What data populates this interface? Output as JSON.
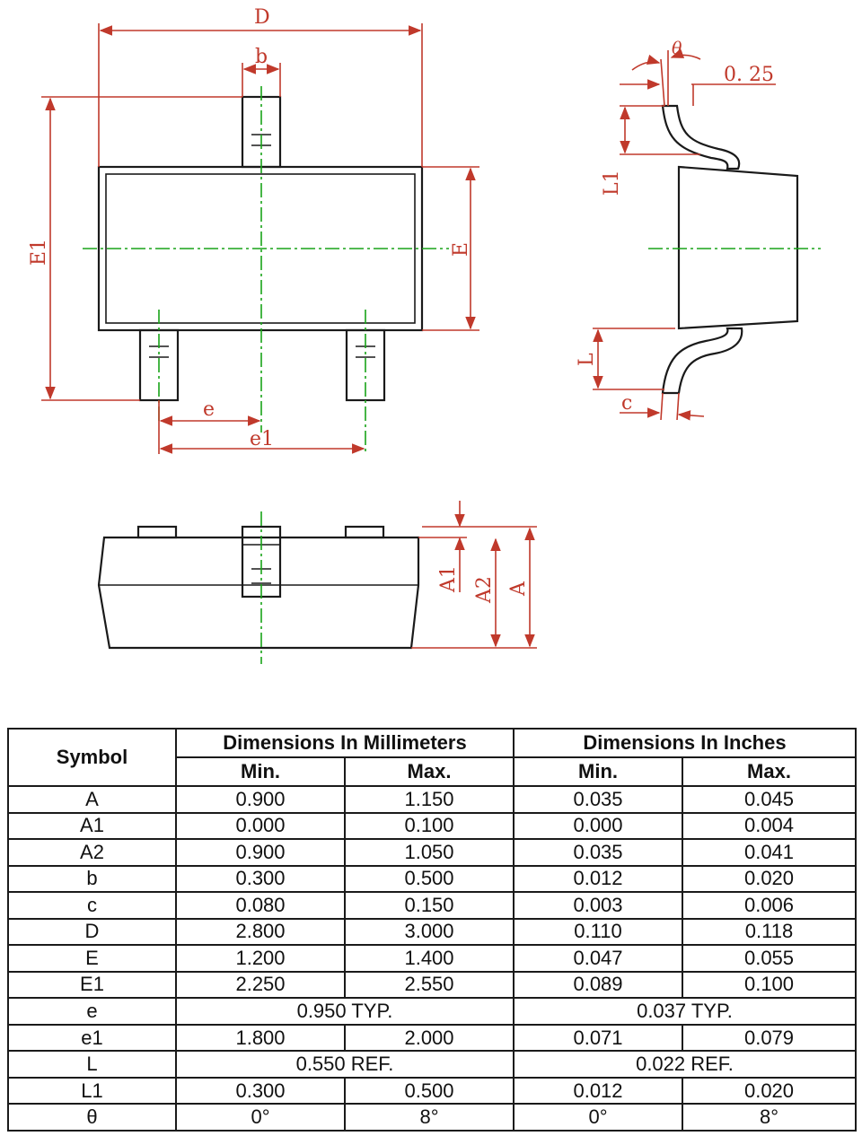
{
  "drawing": {
    "top_view_labels": {
      "D": "D",
      "b": "b",
      "E1": "E1",
      "E": "E",
      "e": "e",
      "e1": "e1"
    },
    "side_view_labels": {
      "theta": "θ",
      "clearance": "0. 25",
      "L1": "L1",
      "L": "L",
      "c": "c"
    },
    "front_view_labels": {
      "A1": "A1",
      "A2": "A2",
      "A": "A"
    }
  },
  "table": {
    "symbol_header": "Symbol",
    "mm_header": "Dimensions In Millimeters",
    "in_header": "Dimensions In Inches",
    "min_label": "Min.",
    "max_label": "Max.",
    "rows": [
      {
        "symbol": "A",
        "mm_min": "0.900",
        "mm_max": "1.150",
        "in_min": "0.035",
        "in_max": "0.045"
      },
      {
        "symbol": "A1",
        "mm_min": "0.000",
        "mm_max": "0.100",
        "in_min": "0.000",
        "in_max": "0.004"
      },
      {
        "symbol": "A2",
        "mm_min": "0.900",
        "mm_max": "1.050",
        "in_min": "0.035",
        "in_max": "0.041"
      },
      {
        "symbol": "b",
        "mm_min": "0.300",
        "mm_max": "0.500",
        "in_min": "0.012",
        "in_max": "0.020"
      },
      {
        "symbol": "c",
        "mm_min": "0.080",
        "mm_max": "0.150",
        "in_min": "0.003",
        "in_max": "0.006"
      },
      {
        "symbol": "D",
        "mm_min": "2.800",
        "mm_max": "3.000",
        "in_min": "0.110",
        "in_max": "0.118"
      },
      {
        "symbol": "E",
        "mm_min": "1.200",
        "mm_max": "1.400",
        "in_min": "0.047",
        "in_max": "0.055"
      },
      {
        "symbol": "E1",
        "mm_min": "2.250",
        "mm_max": "2.550",
        "in_min": "0.089",
        "in_max": "0.100"
      },
      {
        "symbol": "e",
        "mm_typ": "0.950 TYP.",
        "in_typ": "0.037 TYP."
      },
      {
        "symbol": "e1",
        "mm_min": "1.800",
        "mm_max": "2.000",
        "in_min": "0.071",
        "in_max": "0.079"
      },
      {
        "symbol": "L",
        "mm_typ": "0.550 REF.",
        "in_typ": "0.022 REF."
      },
      {
        "symbol": "L1",
        "mm_min": "0.300",
        "mm_max": "0.500",
        "in_min": "0.012",
        "in_max": "0.020"
      },
      {
        "symbol": "θ",
        "mm_min": "0°",
        "mm_max": "8°",
        "in_min": "0°",
        "in_max": "8°"
      }
    ]
  }
}
